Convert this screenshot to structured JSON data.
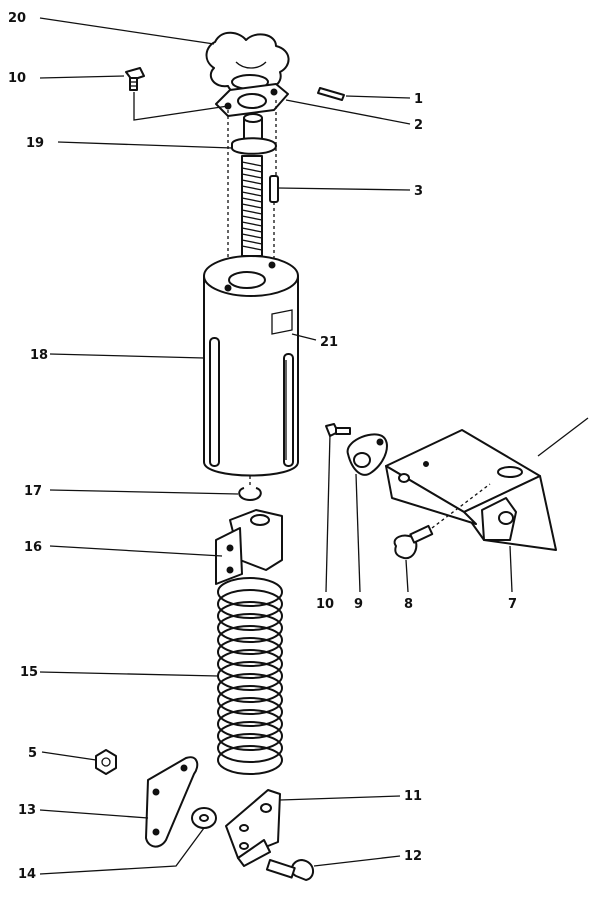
{
  "callouts": {
    "c1": "1",
    "c2": "2",
    "c3": "3",
    "c5": "5",
    "c7": "7",
    "c8": "8",
    "c9": "9",
    "c10a": "10",
    "c10b": "10",
    "c11": "11",
    "c12": "12",
    "c13": "13",
    "c14": "14",
    "c15": "15",
    "c16": "16",
    "c17": "17",
    "c18": "18",
    "c19": "19",
    "c20": "20",
    "c21": "21"
  }
}
